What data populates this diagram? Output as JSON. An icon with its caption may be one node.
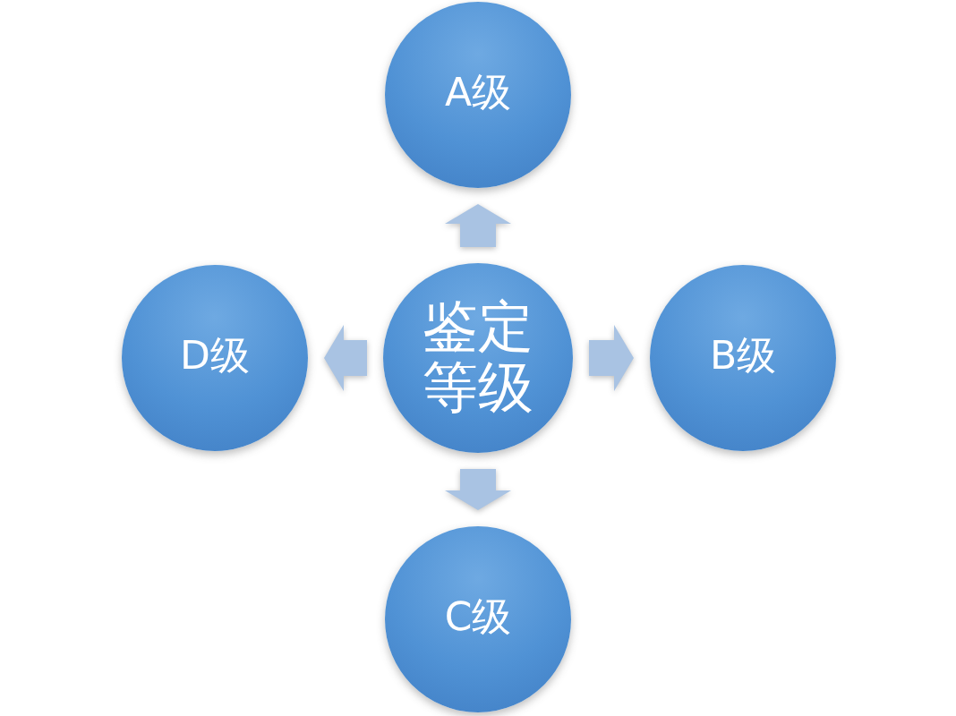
{
  "diagram": {
    "nodes": [
      {
        "text": [
          "A级"
        ]
      },
      {
        "text": [
          "D级"
        ]
      },
      {
        "text": [
          "鉴定等级"
        ]
      },
      {
        "text": [
          "B级"
        ]
      },
      {
        "text": [
          "C级"
        ]
      }
    ],
    "edges": [
      {
        "from": 2,
        "to": 0,
        "arrow": "to"
      },
      {
        "from": 2,
        "to": 3,
        "arrow": "to"
      },
      {
        "from": 2,
        "to": 4,
        "arrow": "to"
      },
      {
        "from": 2,
        "to": 1,
        "arrow": "to"
      }
    ]
  }
}
